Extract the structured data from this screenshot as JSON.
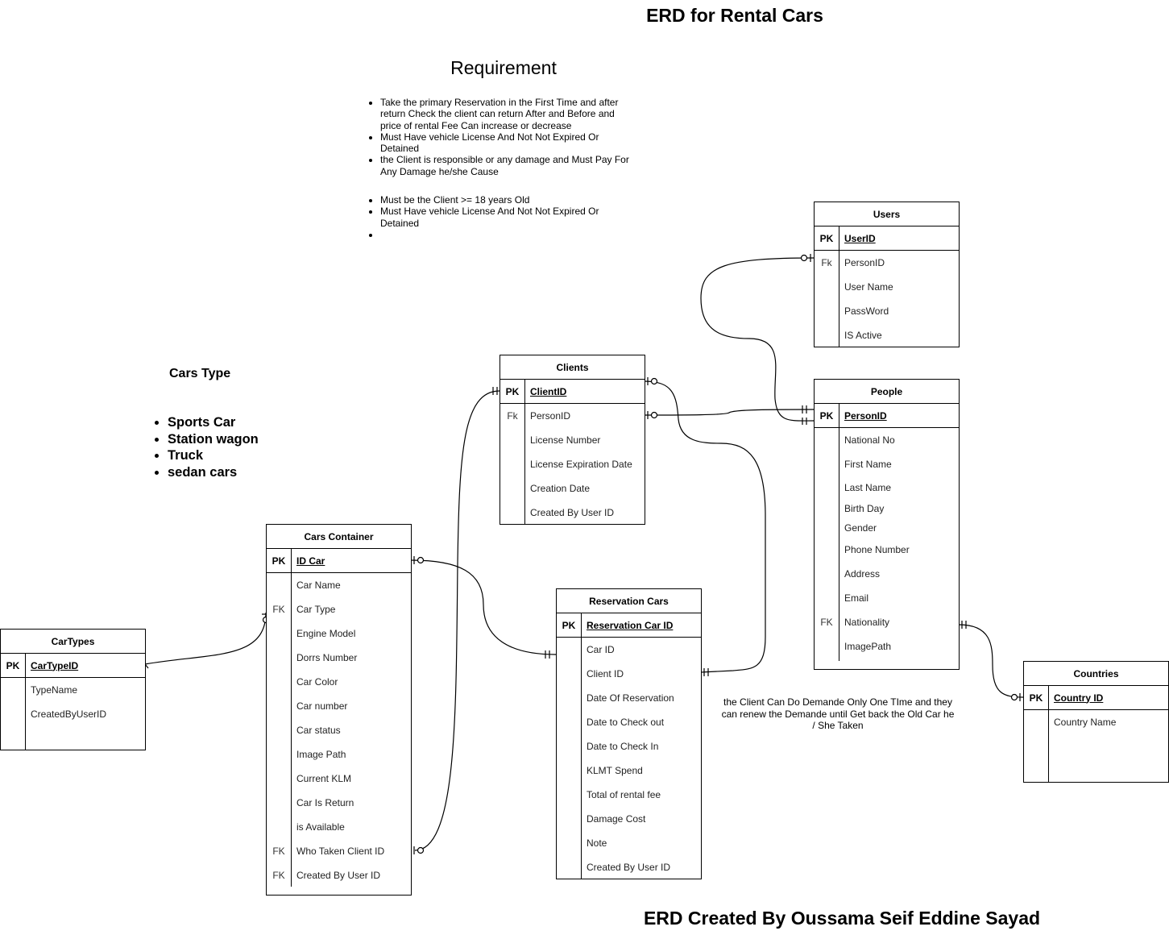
{
  "title": "ERD for Rental Cars",
  "requirement": {
    "heading": "Requirement",
    "items": [
      "Take the primary Reservation in the First Time and after return Check the client can return After and Before and price of rental Fee Can increase or decrease",
      "Must Have vehicle License And Not Not Expired Or Detained",
      "the Client is responsible or any damage and Must Pay For Any Damage he/she Cause",
      "Must be the Client >= 18 years Old",
      "Must Have vehicle License And Not Not Expired Or Detained",
      ""
    ]
  },
  "cars_type": {
    "heading": "Cars Type",
    "items": [
      "Sports Car",
      "Station wagon",
      "Truck",
      "sedan cars"
    ]
  },
  "note": "the Client Can Do Demande Only One TIme  and they can renew the Demande until Get back the Old Car he / She Taken",
  "credit": "ERD Created By Oussama Seif Eddine Sayad",
  "tables": {
    "users": {
      "name": "Users",
      "pk": {
        "key": "PK",
        "field": "UserID"
      },
      "rows": [
        {
          "key": "Fk",
          "field": "PersonID"
        },
        {
          "key": "",
          "field": "User Name"
        },
        {
          "key": "",
          "field": "PassWord"
        },
        {
          "key": "",
          "field": "IS Active"
        }
      ]
    },
    "clients": {
      "name": "Clients",
      "pk": {
        "key": "PK",
        "field": "ClientID"
      },
      "rows": [
        {
          "key": "Fk",
          "field": "PersonID"
        },
        {
          "key": "",
          "field": "License Number"
        },
        {
          "key": "",
          "field": "License Expiration Date"
        },
        {
          "key": "",
          "field": "Creation Date"
        },
        {
          "key": "",
          "field": "Created By User ID"
        }
      ]
    },
    "people": {
      "name": "People",
      "pk": {
        "key": "PK",
        "field": "PersonID"
      },
      "rows": [
        {
          "key": "",
          "field": "National No"
        },
        {
          "key": "",
          "field": "First Name"
        },
        {
          "key": "",
          "field": "Last Name"
        },
        {
          "key": "",
          "field": "Birth Day"
        },
        {
          "key": "",
          "field": "Gender"
        },
        {
          "key": "",
          "field": "Phone Number"
        },
        {
          "key": "",
          "field": "Address"
        },
        {
          "key": "",
          "field": "Email"
        },
        {
          "key": "FK",
          "field": "Nationality"
        },
        {
          "key": "",
          "field": "ImagePath"
        }
      ]
    },
    "cars_container": {
      "name": "Cars Container",
      "pk": {
        "key": "PK",
        "field": "ID Car"
      },
      "rows": [
        {
          "key": "",
          "field": "Car Name"
        },
        {
          "key": "FK",
          "field": "Car Type"
        },
        {
          "key": "",
          "field": "Engine Model"
        },
        {
          "key": "",
          "field": "Dorrs Number"
        },
        {
          "key": "",
          "field": "Car Color"
        },
        {
          "key": "",
          "field": "Car number"
        },
        {
          "key": "",
          "field": "Car status"
        },
        {
          "key": "",
          "field": "Image Path"
        },
        {
          "key": "",
          "field": "Current KLM"
        },
        {
          "key": "",
          "field": "Car Is Return"
        },
        {
          "key": "",
          "field": "is Available"
        },
        {
          "key": "FK",
          "field": "Who Taken Client ID"
        },
        {
          "key": "FK",
          "field": "Created By User ID"
        }
      ]
    },
    "cartypes": {
      "name": "CarTypes",
      "pk": {
        "key": "PK",
        "field": "CarTypeID"
      },
      "rows": [
        {
          "key": "",
          "field": "TypeName"
        },
        {
          "key": "",
          "field": "CreatedByUserID"
        },
        {
          "key": "",
          "field": ""
        }
      ]
    },
    "reservation_cars": {
      "name": "Reservation Cars",
      "pk": {
        "key": "PK",
        "field": "Reservation Car ID"
      },
      "rows": [
        {
          "key": "",
          "field": "Car ID"
        },
        {
          "key": "",
          "field": "Client ID"
        },
        {
          "key": "",
          "field": "Date Of Reservation"
        },
        {
          "key": "",
          "field": "Date to Check out"
        },
        {
          "key": "",
          "field": "Date to Check In"
        },
        {
          "key": "",
          "field": "KLMT Spend"
        },
        {
          "key": "",
          "field": "Total of rental fee"
        },
        {
          "key": "",
          "field": "Damage Cost"
        },
        {
          "key": "",
          "field": "Note"
        },
        {
          "key": "",
          "field": "Created By User ID"
        }
      ]
    },
    "countries": {
      "name": "Countries",
      "pk": {
        "key": "PK",
        "field": "Country ID"
      },
      "rows": [
        {
          "key": "",
          "field": "Country Name"
        },
        {
          "key": "",
          "field": ""
        },
        {
          "key": "",
          "field": ""
        }
      ]
    }
  }
}
